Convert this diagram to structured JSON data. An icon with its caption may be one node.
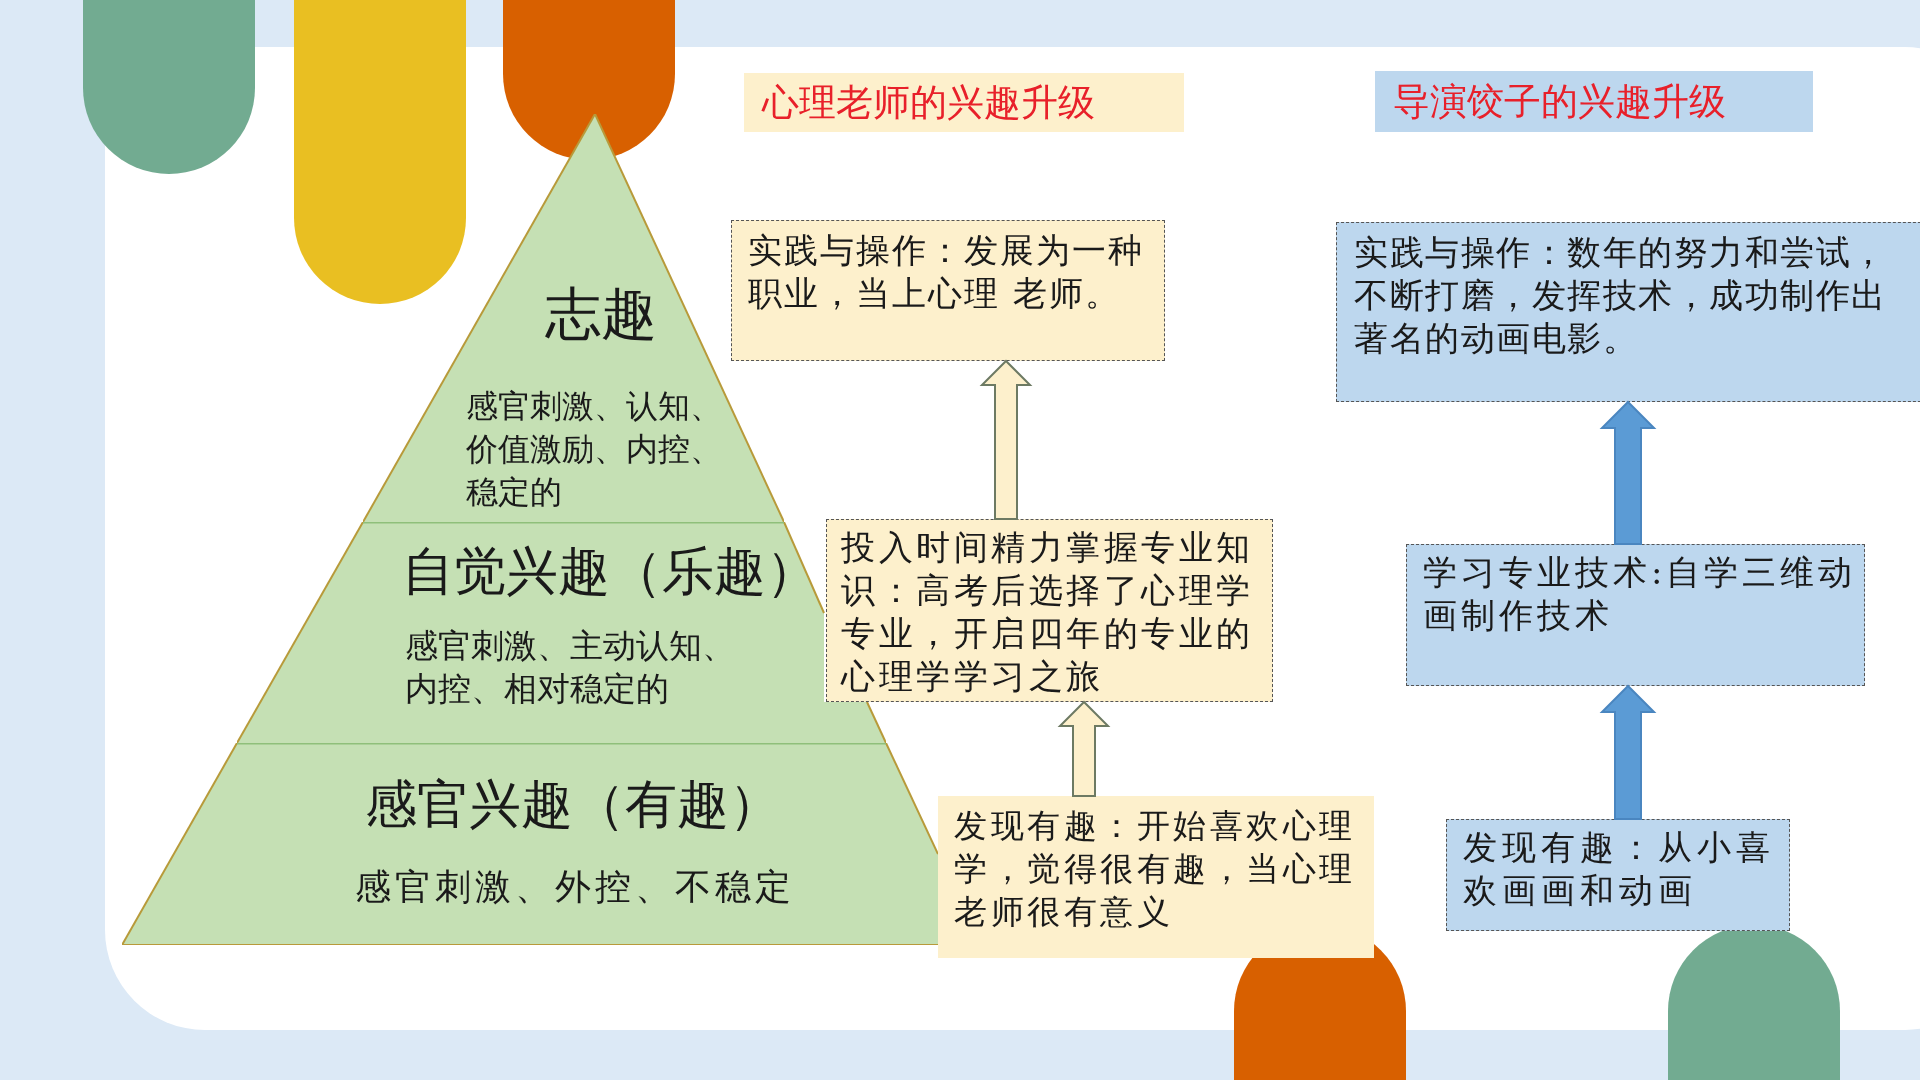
{
  "diagram": {
    "nodes": [
      {
        "text": [
          "志趣",
          "感官刺激、认知、价值激励、内控、稳定的"
        ]
      },
      {
        "text": [
          "自觉兴趣（乐趣）",
          "感官刺激、主动认知、内控、相对稳定的"
        ]
      },
      {
        "text": [
          "感官兴趣（有趣）",
          "感官刺激、外控、不稳定"
        ]
      },
      {
        "text": [
          "心理老师的兴趣升级"
        ]
      },
      {
        "text": [
          "实践与操作：发展为一种职业，当上心理 老师。"
        ]
      },
      {
        "text": [
          "投入时间精力掌握专业知识：高考后选择了心理学专业，开启四年的专业的心理学学习之旅"
        ]
      },
      {
        "text": [
          "发现有趣：开始喜欢心理学，觉得很有趣，当心理老师很有意义"
        ]
      },
      {
        "text": [
          "导演饺子的兴趣升级"
        ]
      },
      {
        "text": [
          "实践与操作：数年的努力和尝试，不断打磨，发挥技术，成功制作出著名的动画电影。"
        ]
      },
      {
        "text": [
          "学习专业技术:自学三维动画制作技术"
        ]
      },
      {
        "text": [
          "发现有趣：从小喜欢画画和动画"
        ]
      }
    ],
    "edges": [
      {
        "from": 6,
        "to": 5,
        "arrow": "to",
        "color": "#fdf0cc"
      },
      {
        "from": 5,
        "to": 4,
        "arrow": "to",
        "color": "#fdf0cc"
      },
      {
        "from": 10,
        "to": 9,
        "arrow": "to",
        "color": "#5b9bd5"
      },
      {
        "from": 9,
        "to": 8,
        "arrow": "to",
        "color": "#5b9bd5"
      }
    ]
  }
}
